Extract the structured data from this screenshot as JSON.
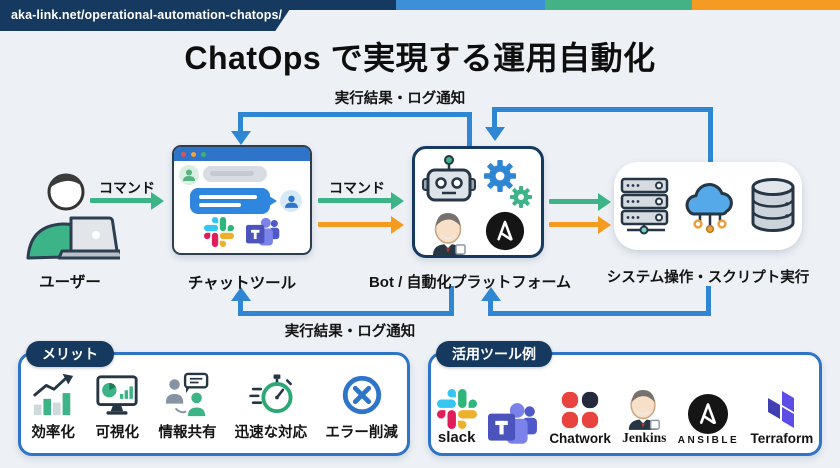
{
  "header": {
    "url": "aka-link.net/operational-automation-chatops/",
    "stripe_colors": [
      "#16395f",
      "#3d8fd8",
      "#45b285",
      "#f59a23"
    ]
  },
  "title": "ChatOps で実現する運用自動化",
  "flow": {
    "user": {
      "label": "ユーザー"
    },
    "chat": {
      "label": "チャットツール"
    },
    "bot": {
      "label": "Bot / 自動化プラットフォーム"
    },
    "system": {
      "label": "システム操作・スクリプト実行"
    },
    "arrows": {
      "command1": "コマンド",
      "command2": "コマンド",
      "result_top": "実行結果・ログ通知",
      "result_bottom": "実行結果・ログ通知"
    }
  },
  "merits": {
    "header": "メリット",
    "items": [
      {
        "label": "効率化",
        "icon": "growth-chart-icon"
      },
      {
        "label": "可視化",
        "icon": "monitor-chart-icon"
      },
      {
        "label": "情報共有",
        "icon": "share-info-icon"
      },
      {
        "label": "迅速な対応",
        "icon": "stopwatch-icon"
      },
      {
        "label": "エラー削減",
        "icon": "error-reduction-icon"
      }
    ]
  },
  "tools": {
    "header": "活用ツール例",
    "items": [
      {
        "label": "slack",
        "icon": "slack-logo"
      },
      {
        "label": "",
        "icon": "teams-logo"
      },
      {
        "label": "Chatwork",
        "icon": "chatwork-logo"
      },
      {
        "label": "Jenkins",
        "icon": "jenkins-logo"
      },
      {
        "label": "ANSIBLE",
        "icon": "ansible-logo"
      },
      {
        "label": "Terraform",
        "icon": "terraform-logo"
      }
    ]
  },
  "colors": {
    "connector_blue": "#2f86d2",
    "arrow_green": "#3cb488",
    "arrow_orange": "#f49b20",
    "navy": "#16395f",
    "panel_border": "#2e74c8"
  }
}
